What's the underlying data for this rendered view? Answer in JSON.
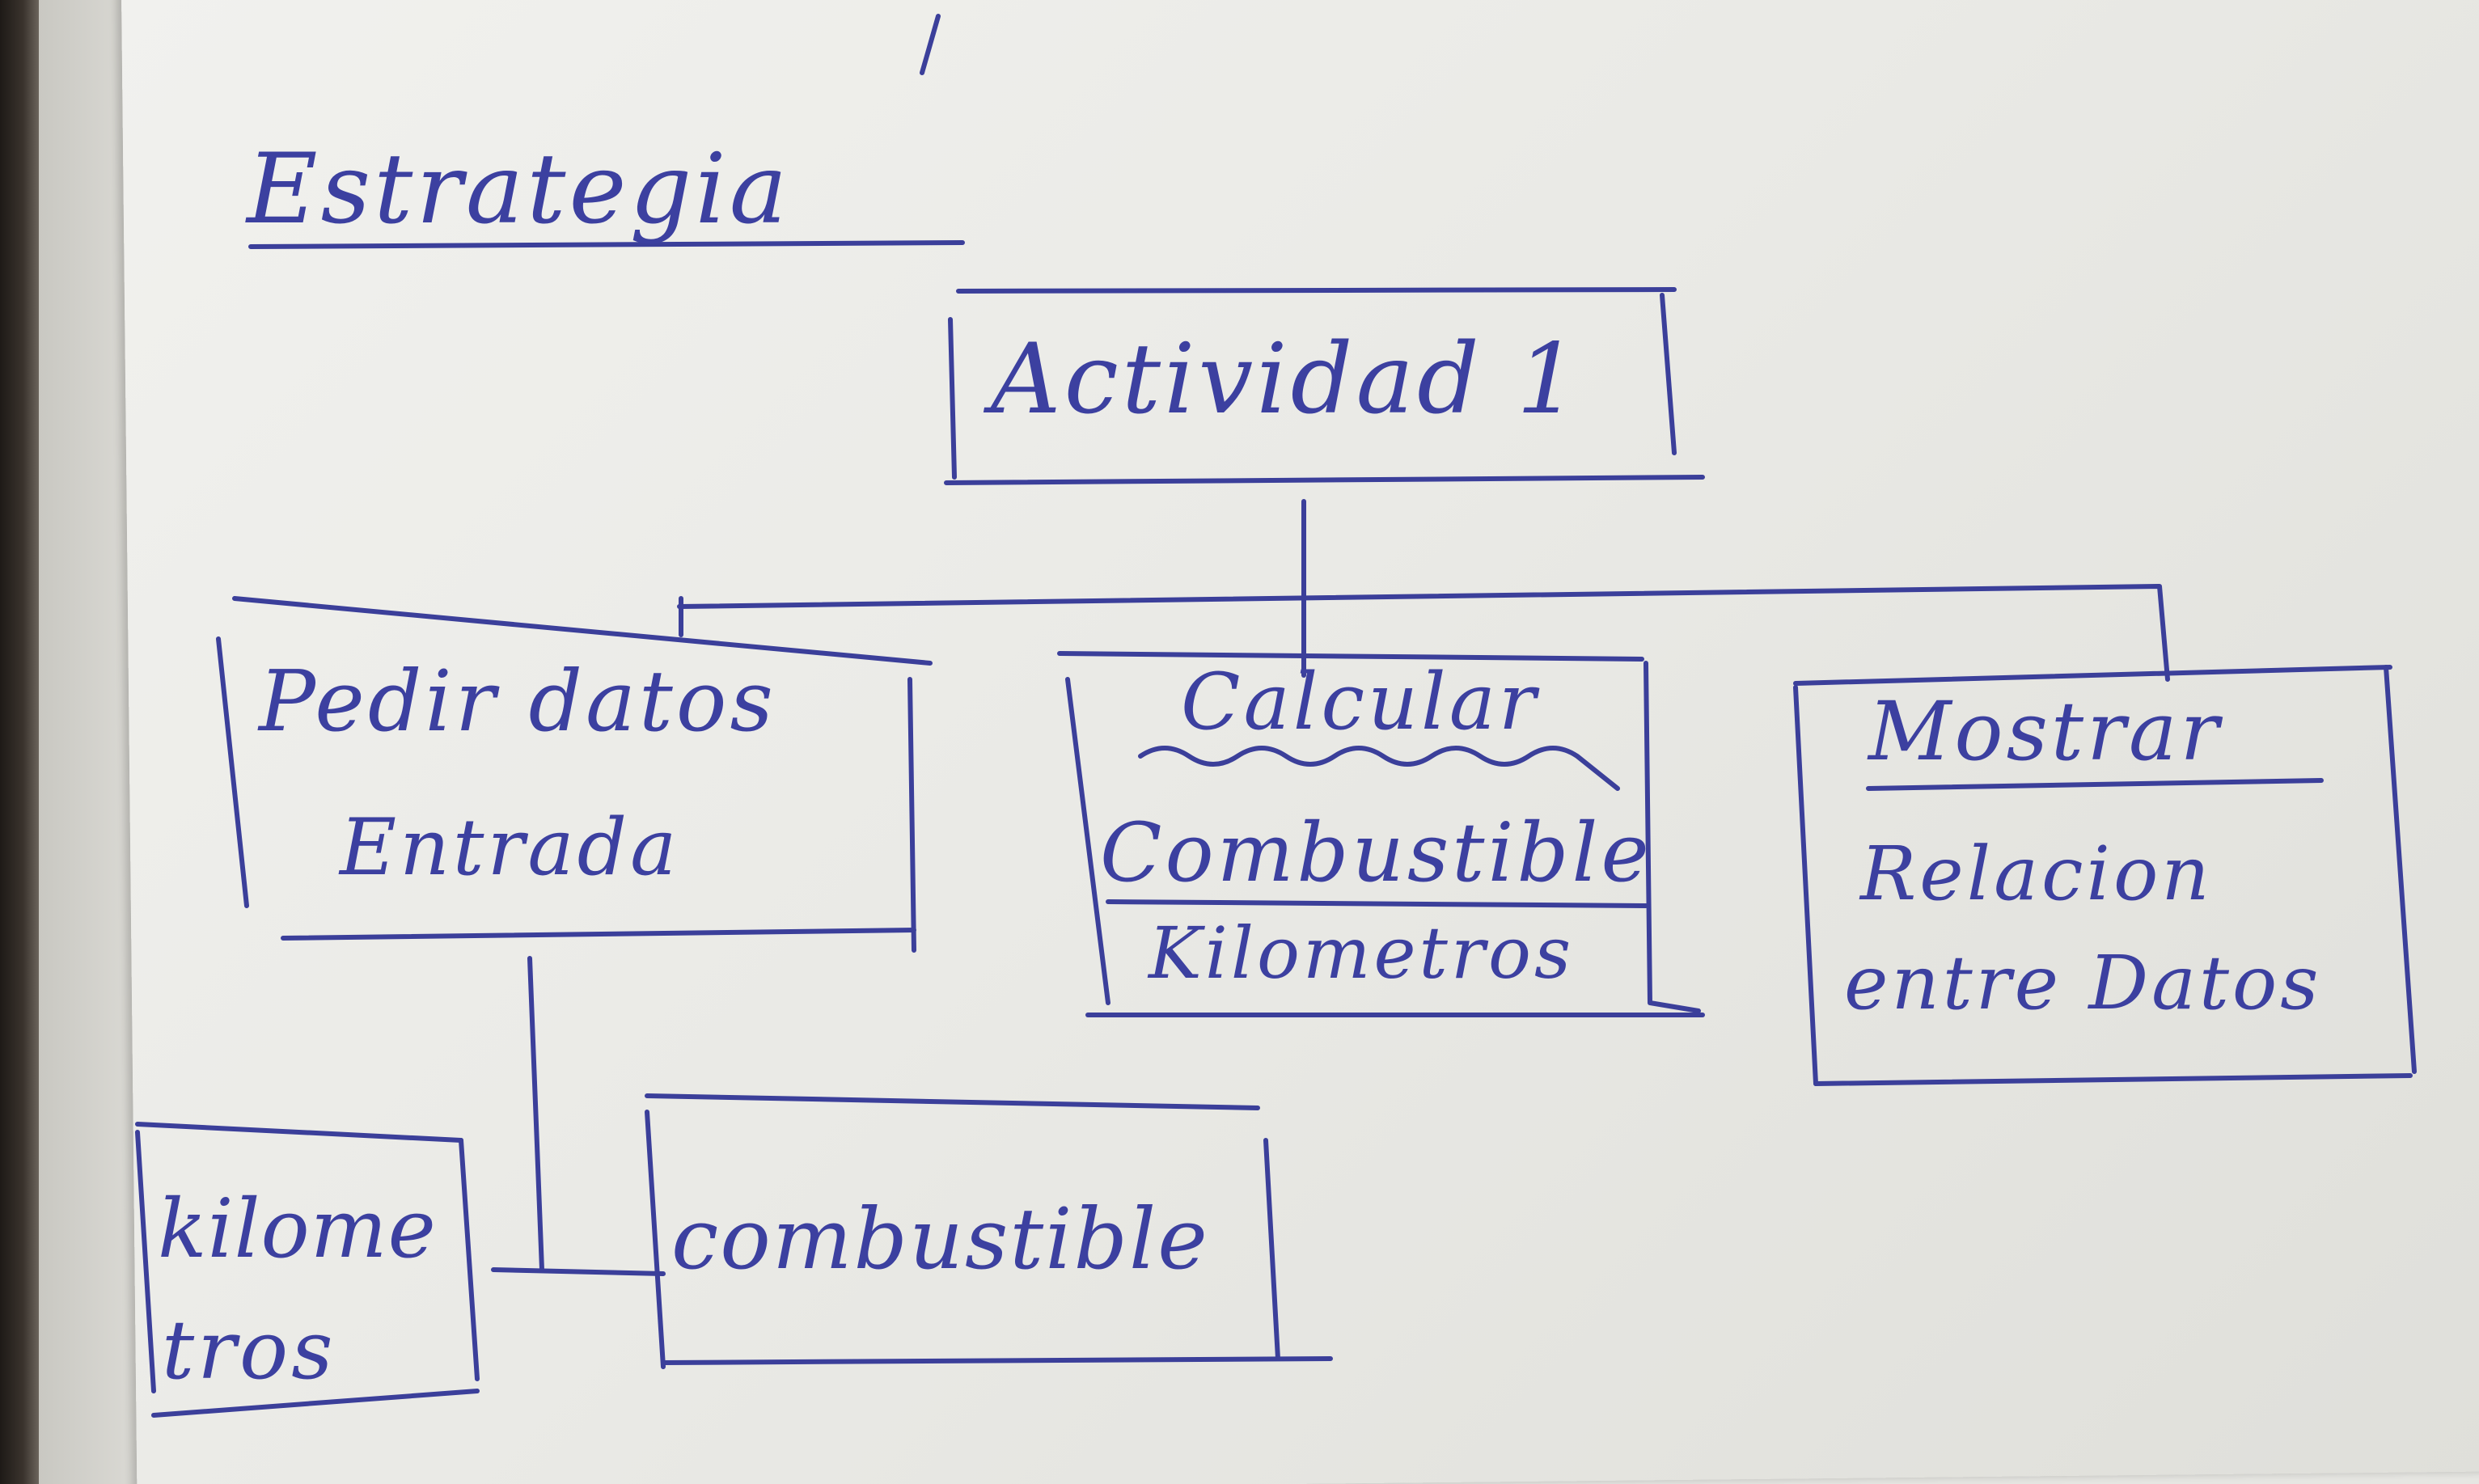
{
  "title": "Estrategia",
  "root": {
    "label": "Actividad 1"
  },
  "children": [
    {
      "id": "pedir",
      "lines": [
        "Pedir datos",
        "Entrada"
      ]
    },
    {
      "id": "calcular",
      "lines": [
        "Calcular",
        "Combustible",
        "Kilometros"
      ]
    },
    {
      "id": "mostrar",
      "lines": [
        "Mostrar",
        "Relacion",
        "entre Datos"
      ]
    }
  ],
  "subchildren": [
    {
      "id": "kilometros",
      "lines": [
        "kilome",
        "tros"
      ]
    },
    {
      "id": "combustible",
      "lines": [
        "combustible"
      ]
    }
  ],
  "colors": {
    "ink": "#3b3f9a",
    "paper": "#ececea"
  }
}
